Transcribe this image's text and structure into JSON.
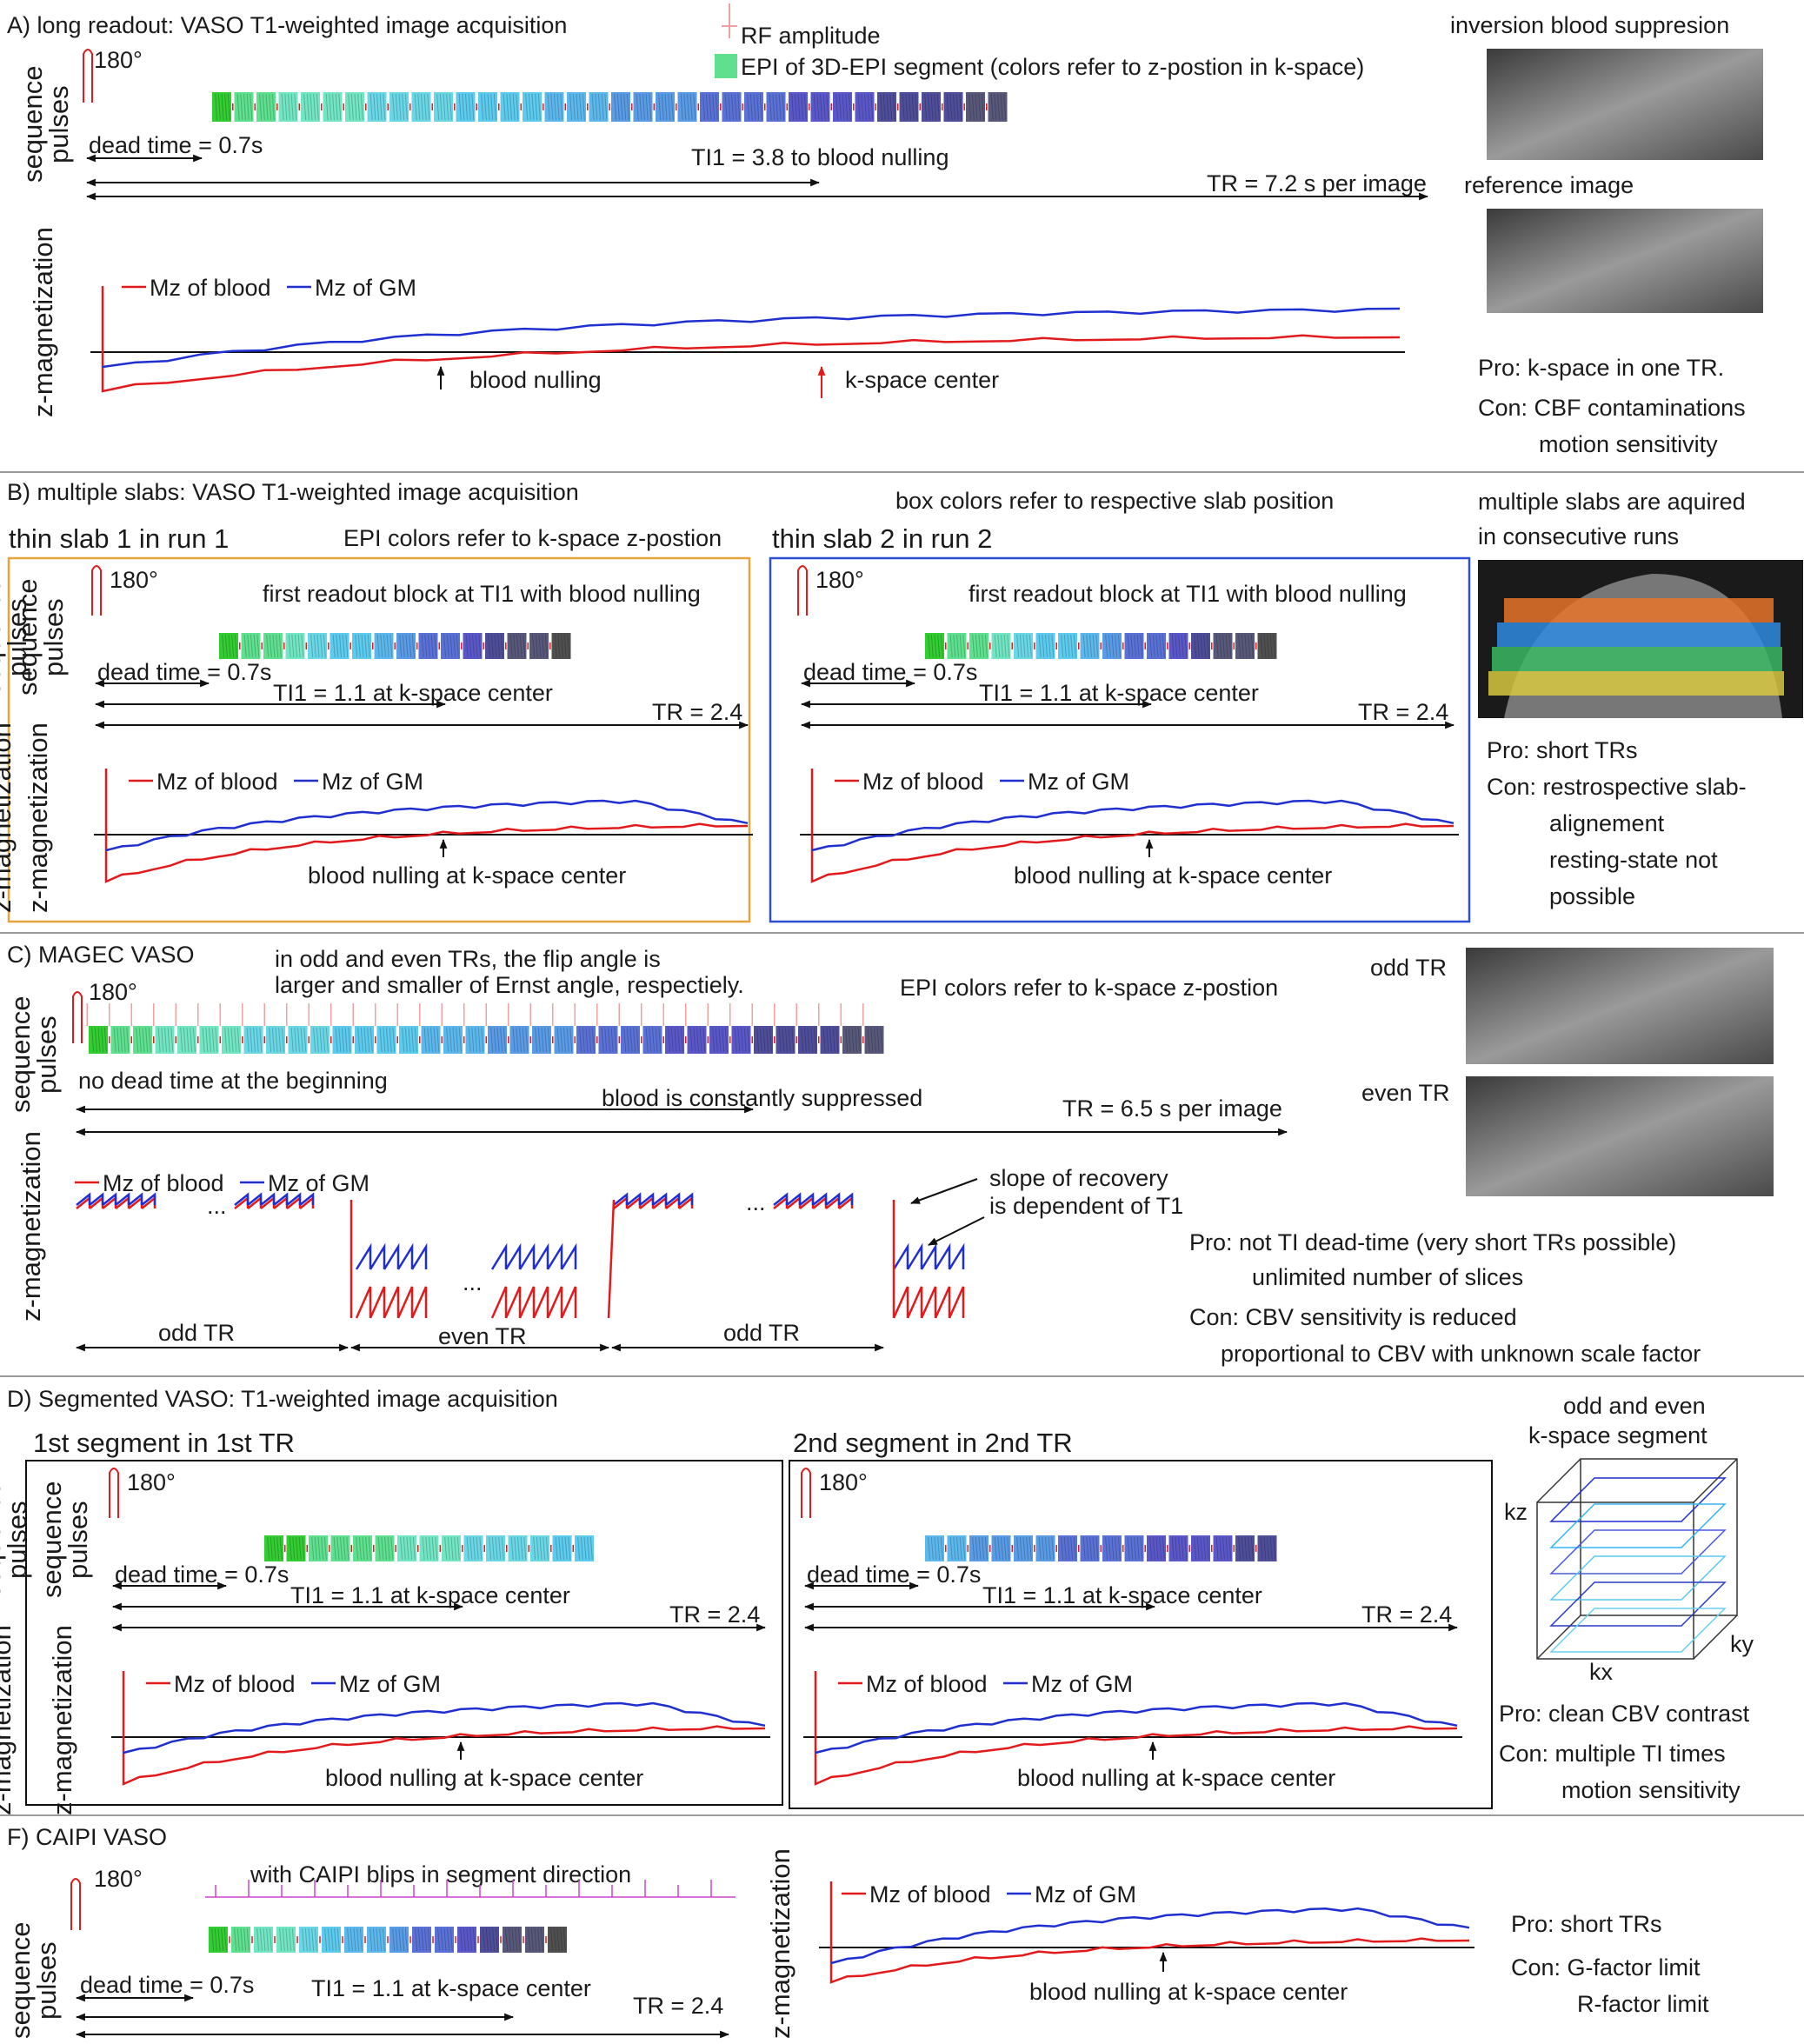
{
  "colors": {
    "blood": "#e31a1c",
    "gm": "#1f2fd0",
    "axis": "#111111",
    "divider": "#9a9a9a",
    "box_slab1": "#e8a43c",
    "box_slab2": "#2c4fd6",
    "caipi": "#d040d0",
    "epi_palette": [
      "#33cc33",
      "#5fe08f",
      "#72e6c3",
      "#6ad7e6",
      "#5ccbee",
      "#5cb8ec",
      "#5a9be6",
      "#5a72d6",
      "#5a58c8",
      "#4f4e9a",
      "#58587a",
      "#505050"
    ]
  },
  "section_a": {
    "title": "A) long readout: VASO T1-weighted image acquisition",
    "legend_rf": "RF amplitude",
    "legend_epi": "EPI of 3D-EPI segment (colors refer to z-postion in k-space)",
    "pulse_180": "180°",
    "ylabel_pulses_1": "sequence",
    "ylabel_pulses_2": "pulses",
    "ylabel_mz": "z-magnetization",
    "dead_time": "dead time = 0.7s",
    "ti1": "TI1 = 3.8 to blood nulling",
    "tr": "TR = 7.2 s per image",
    "legend_blood": "Mz of blood",
    "legend_gm": "Mz of GM",
    "blood_nulling": "blood nulling",
    "kspace_center": "k-space center",
    "img1_title": "inversion blood suppresion",
    "img2_title": "reference image",
    "pro": "Pro:  k-space in one TR.",
    "con_1": "Con: CBF contaminations",
    "con_2": "motion sensitivity"
  },
  "section_b": {
    "title": "B) multiple slabs: VASO T1-weighted image acquisition",
    "box_colors_note": "box colors refer to respective slab position",
    "slab1_title": "thin slab 1 in run 1",
    "epi_colors_note": "EPI colors refer to k-space z-postion",
    "slab2_title": "thin slab 2 in run 2",
    "pulse_180": "180°",
    "first_readout": "first readout block at TI1 with blood nulling",
    "dead_time": "dead time = 0.7s",
    "ti1": "TI1 = 1.1 at k-space center",
    "tr": "TR = 2.4",
    "legend_blood": "Mz of blood",
    "legend_gm": "Mz of GM",
    "blood_nulling": "blood nulling at k-space center",
    "right_title_1": "multiple slabs are aquired",
    "right_title_2": "in consecutive runs",
    "pro": "Pro: short TRs",
    "con_1": "Con: restrospective slab-",
    "con_2": "alignement",
    "con_3": "resting-state not",
    "con_4": "possible"
  },
  "section_c": {
    "title": "C) MAGEC VASO",
    "note_1": "in odd and even TRs, the flip angle is",
    "note_2": "larger and smaller of Ernst angle, respectiely.",
    "epi_colors_note": "EPI colors refer to k-space z-postion",
    "pulse_180": "180°",
    "no_dead_time": "no dead time at the beginning",
    "constantly": "blood is constantly suppressed",
    "tr": "TR = 6.5 s per image",
    "legend_blood": "Mz of blood",
    "legend_gm": "Mz of GM",
    "dots": "...",
    "slope_1": "slope of recovery",
    "slope_2": "is dependent of T1",
    "odd_tr": "odd TR",
    "even_tr": "even TR",
    "img_odd": "odd TR",
    "img_even": "even TR",
    "pro_1": "Pro:   not TI dead-time (very short TRs possible)",
    "pro_2": "unlimited number of slices",
    "con_1": "Con:  CBV sensitivity is reduced",
    "con_2": "proportional to CBV with unknown scale factor"
  },
  "section_d": {
    "title": "D) Segmented VASO: T1-weighted image acquisition",
    "seg1_title": "1st segment in 1st TR",
    "seg2_title": "2nd segment in 2nd TR",
    "pulse_180": "180°",
    "dead_time": "dead time = 0.7s",
    "ti1": "TI1 = 1.1 at k-space center",
    "tr": "TR = 2.4",
    "legend_blood": "Mz of blood",
    "legend_gm": "Mz of GM",
    "blood_nulling": "blood nulling at k-space center",
    "right_title_1": "odd and even",
    "right_title_2": "k-space segment",
    "kz": "kz",
    "kx": "kx",
    "ky": "ky",
    "pro": "Pro:  clean CBV contrast",
    "con_1": "Con: multiple TI times",
    "con_2": "motion sensitivity"
  },
  "section_f": {
    "title": "F) CAIPI VASO",
    "caipi_note": "with CAIPI blips in segment direction",
    "pulse_180": "180°",
    "dead_time": "dead time = 0.7s",
    "ti1": "TI1 = 1.1 at k-space center",
    "tr": "TR = 2.4",
    "legend_blood": "Mz of blood",
    "legend_gm": "Mz of GM",
    "blood_nulling": "blood nulling at k-space center",
    "pro": "Pro:  short TRs",
    "con_1": "Con: G-factor limit",
    "con_2": "R-factor limit"
  }
}
